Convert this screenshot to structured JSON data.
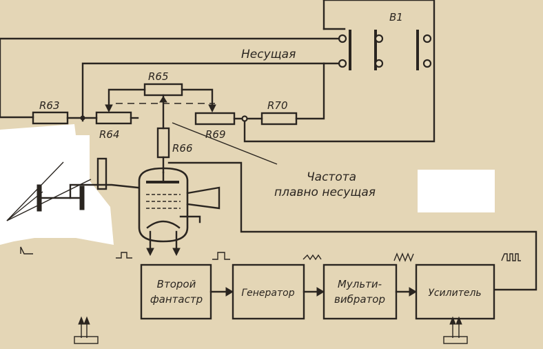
{
  "labels": {
    "switch": "B1",
    "carrier": "Несущая",
    "r63": "R63",
    "r64": "R64",
    "r65": "R65",
    "r66": "R66",
    "r69": "R69",
    "r70": "R70",
    "freq_line1": "Частота",
    "freq_line2": "плавно несущая"
  },
  "blocks": [
    {
      "line1": "Второй",
      "line2": "фантастр"
    },
    {
      "line1": "Генератор",
      "line2": ""
    },
    {
      "line1": "Мульти-",
      "line2": "вибратор"
    },
    {
      "line1": "Усилитель",
      "line2": ""
    }
  ],
  "colors": {
    "paper": "#e4d6b6",
    "ink": "#2a2520",
    "blank": "#ffffff"
  }
}
